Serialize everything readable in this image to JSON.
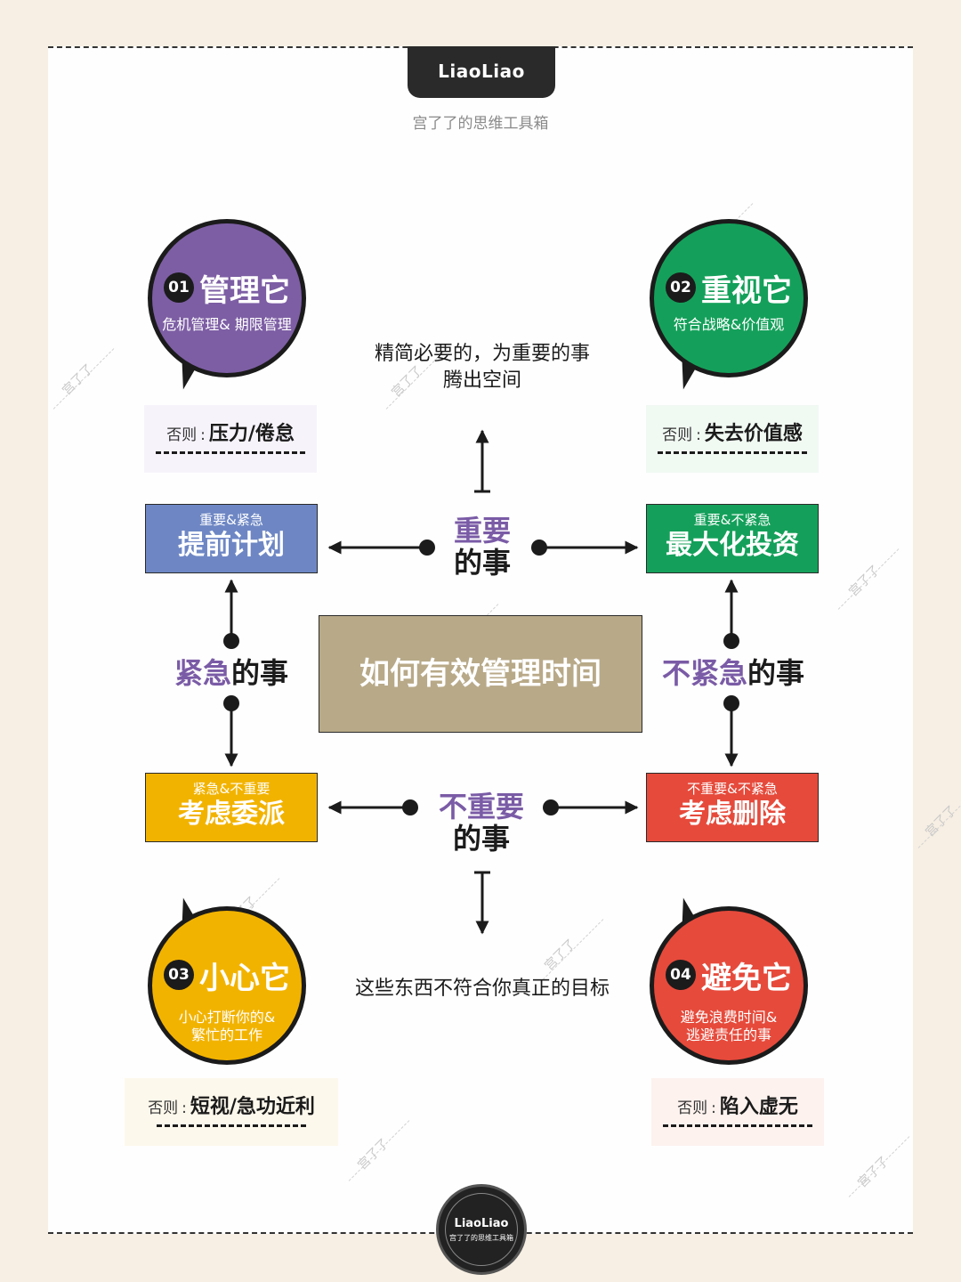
{
  "header": {
    "logo": "LiaoLiao",
    "subtitle": "宫了了的思维工具箱"
  },
  "center": {
    "title": "如何有效管理时间"
  },
  "axes": {
    "important": {
      "highlight": "重要",
      "suffix": "的事"
    },
    "not_important": {
      "highlight": "不重要",
      "suffix": "的事"
    },
    "urgent": {
      "highlight": "紧急",
      "suffix": "的事"
    },
    "not_urgent": {
      "highlight": "不紧急",
      "suffix": "的事"
    }
  },
  "notes": {
    "top": [
      "精简必要的，为重要的事",
      "腾出空间"
    ],
    "bottom": "这些东西不符合你真正的目标"
  },
  "quadrants": [
    {
      "number": "01",
      "title": "管理它",
      "desc": [
        "危机管理& 期限管理"
      ],
      "box_sub": "重要&紧急",
      "box_title": "提前计划",
      "otherwise_label": "否则",
      "otherwise_value": "压力/倦怠",
      "bubble_color": "#7d5ea4",
      "box_color": "#6e87c4",
      "panel_color": "#f7f3fb"
    },
    {
      "number": "02",
      "title": "重视它",
      "desc": [
        "符合战略&价值观"
      ],
      "box_sub": "重要&不紧急",
      "box_title": "最大化投资",
      "otherwise_label": "否则",
      "otherwise_value": "失去价值感",
      "bubble_color": "#14a05a",
      "box_color": "#14a05a",
      "panel_color": "#f1f9f3"
    },
    {
      "number": "03",
      "title": "小心它",
      "desc": [
        "小心打断你的&",
        "繁忙的工作"
      ],
      "box_sub": "紧急&不重要",
      "box_title": "考虑委派",
      "otherwise_label": "否则",
      "otherwise_value": "短视/急功近利",
      "bubble_color": "#f2b300",
      "box_color": "#f2b300",
      "panel_color": "#fdf8ec"
    },
    {
      "number": "04",
      "title": "避免它",
      "desc": [
        "避免浪费时间&",
        "逃避责任的事"
      ],
      "box_sub": "不重要&不紧急",
      "box_title": "考虑删除",
      "otherwise_label": "否则",
      "otherwise_value": "陷入虚无",
      "bubble_color": "#e64a3b",
      "box_color": "#e64a3b",
      "panel_color": "#fdf2ee"
    }
  ],
  "watermark": "宫了了",
  "seal": {
    "title": "LiaoLiao",
    "subtitle": "宫了了的思维工具箱"
  }
}
